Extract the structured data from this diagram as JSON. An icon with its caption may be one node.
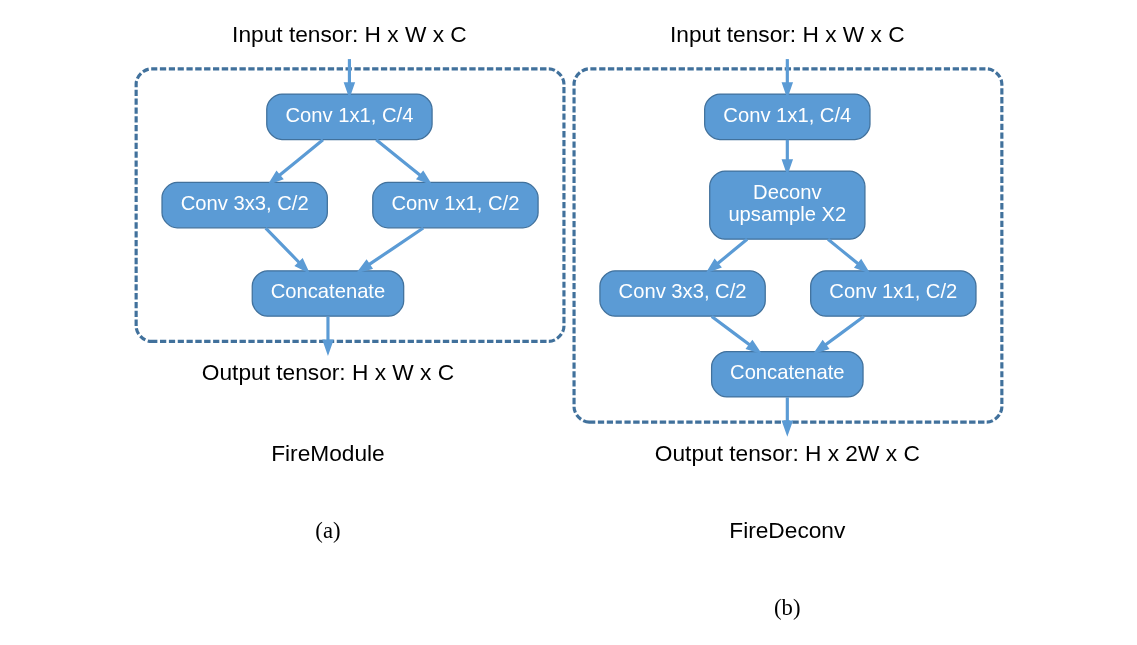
{
  "diagram": {
    "nodes": [
      {
        "text": [
          "Input tensor: H x W x C"
        ]
      },
      {
        "text": [],
        "shape": "box"
      },
      {
        "text": [
          "Conv 1x1, C/4"
        ],
        "in": 1
      },
      {
        "text": [
          "Conv 3x3, C/2"
        ],
        "in": 1
      },
      {
        "text": [
          "Conv 1x1, C/2"
        ],
        "in": 1
      },
      {
        "text": [
          "Concatenate"
        ],
        "in": 1
      },
      {
        "text": [
          "Output tensor: H x W x C"
        ]
      },
      {
        "text": [
          "Input tensor: H x W x C"
        ]
      },
      {
        "text": [],
        "shape": "box"
      },
      {
        "text": [
          "Conv 1x1, C/4"
        ],
        "in": 8
      },
      {
        "text": [
          "Deconv upsample X2"
        ],
        "in": 8
      },
      {
        "text": [
          "Conv 3x3, C/2"
        ],
        "in": 8
      },
      {
        "text": [
          "Conv 1x1, C/2"
        ],
        "in": 8
      },
      {
        "text": [
          "Concatenate"
        ],
        "in": 8
      },
      {
        "text": [
          "Output tensor: H x 2W x C"
        ]
      }
    ],
    "edges": [
      {
        "from": 0,
        "to": 2,
        "arrow": "to"
      },
      {
        "from": 2,
        "to": 3,
        "arrow": "to"
      },
      {
        "from": 2,
        "to": 4,
        "arrow": "to"
      },
      {
        "from": 3,
        "to": 5,
        "arrow": "to"
      },
      {
        "from": 4,
        "to": 5,
        "arrow": "to"
      },
      {
        "from": 5,
        "to": 6,
        "arrow": "to"
      },
      {
        "from": 7,
        "to": 9,
        "arrow": "to"
      },
      {
        "from": 9,
        "to": 10,
        "arrow": "to"
      },
      {
        "from": 10,
        "to": 11,
        "arrow": "to"
      },
      {
        "from": 10,
        "to": 12,
        "arrow": "to"
      },
      {
        "from": 11,
        "to": 13,
        "arrow": "to"
      },
      {
        "from": 12,
        "to": 13,
        "arrow": "to"
      },
      {
        "from": 13,
        "to": 14,
        "arrow": "to"
      }
    ],
    "labels": [
      "FireModule",
      "FireDeconv",
      "(a)",
      "(b)"
    ]
  }
}
